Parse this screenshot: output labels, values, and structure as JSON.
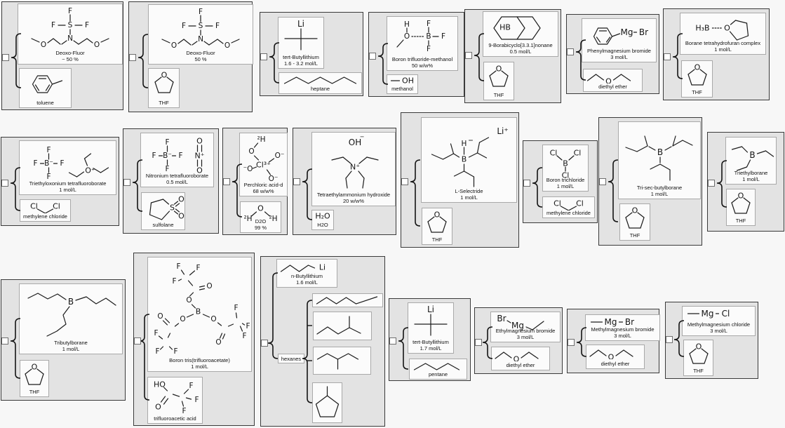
{
  "colors": {
    "page_bg": "#f7f7f7",
    "card_bg": "#e3e3e3",
    "box_bg": "#fbfbfb",
    "card_border": "#3a3a3a",
    "box_border": "#a9a9a9",
    "F": "#f08080",
    "O": "#ee0b0b",
    "N": "#2633f0",
    "S": "#9a9a00",
    "Cl": "#2fbf2f",
    "Br": "#cc6a1f",
    "H_gray": "#8a8a8a",
    "bond": "#1c1c1c"
  },
  "cards": [
    {
      "compound": {
        "name": "Deoxo-Fluor",
        "conc": "~ 50 %",
        "atoms": [
          "F",
          "F",
          "S",
          "F",
          "N",
          "O",
          "O"
        ]
      },
      "solvent": {
        "name": "toluene",
        "atoms": []
      }
    },
    {
      "compound": {
        "name": "Deoxo-Fluor",
        "conc": "50 %",
        "atoms": [
          "F",
          "F",
          "S",
          "F",
          "N",
          "O",
          "O"
        ]
      },
      "solvent": {
        "name": "THF",
        "atoms": [
          "O"
        ]
      }
    },
    {
      "compound": {
        "name": "tert-Butyllithium",
        "conc": "1.6 - 3.2 mol/L",
        "atoms": [
          "Li"
        ]
      },
      "solvent": {
        "name": "heptane",
        "atoms": []
      }
    },
    {
      "compound": {
        "name": "Boron trifluoride-methanol",
        "conc": "50 w/w%",
        "atoms": [
          "H",
          "O",
          "B",
          "F",
          "F",
          "F"
        ]
      },
      "solvent": {
        "name": "methanol",
        "atoms": [
          "OH"
        ]
      }
    },
    {
      "compound": {
        "name": "9-Borabicyclo[3.3.1]nonane",
        "conc": "0.5 mol/L",
        "atoms": [
          "HB"
        ]
      },
      "solvent": {
        "name": "THF",
        "atoms": [
          "O"
        ]
      }
    },
    {
      "compound": {
        "name": "Phenylmagnesium bromide",
        "conc": "3 mol/L",
        "atoms": [
          "Mg",
          "Br"
        ]
      },
      "solvent": {
        "name": "diethyl ether",
        "atoms": [
          "O"
        ]
      }
    },
    {
      "compound": {
        "name": "Borane tetrahydrofuran complex",
        "conc": "1 mol/L",
        "atoms": [
          "H₃B",
          "O"
        ]
      },
      "solvent": {
        "name": "THF",
        "atoms": [
          "O"
        ]
      }
    },
    {
      "compound": {
        "name": "Triethyloxonium tetrafluoroborate",
        "conc": "1 mol/L",
        "atoms": [
          "F",
          "F",
          "B⁻",
          "F",
          "F",
          "O⁺"
        ]
      },
      "solvent": {
        "name": "methylene chloride",
        "atoms": [
          "Cl",
          "Cl"
        ]
      }
    },
    {
      "compound": {
        "name": "Nitronium tetrafluoroborate",
        "conc": "0.5 mol/L",
        "atoms": [
          "F",
          "F",
          "B⁻",
          "F",
          "F",
          "N⁺",
          "O",
          "O"
        ]
      },
      "solvent": {
        "name": "sulfolane",
        "atoms": [
          "S",
          "O",
          "O"
        ]
      }
    },
    {
      "compound": {
        "name": "Perchloric acid-d",
        "conc": "68 w/w%",
        "atoms": [
          "²H",
          "O",
          "Cl³⁺",
          "O⁻",
          "⁻O",
          "O⁻"
        ]
      },
      "solvent": {
        "name": "D2O",
        "conc": "99 %",
        "atoms": [
          "O",
          "²H",
          "²H"
        ]
      }
    },
    {
      "compound": {
        "name": "Tetraethylammonium hydroxide",
        "conc": "20 w/w%",
        "atoms": [
          "OH",
          "−",
          "N⁺"
        ]
      },
      "solvent": {
        "name": "H2O",
        "atoms": [
          "H₂O"
        ]
      }
    },
    {
      "compound": {
        "name": "L-Selectride",
        "conc": "1 mol/L",
        "atoms": [
          "Li⁺",
          "H",
          "B"
        ]
      },
      "solvent": {
        "name": "THF",
        "atoms": [
          "O"
        ]
      }
    },
    {
      "compound": {
        "name": "Boron trichloride",
        "conc": "1 mol/L",
        "atoms": [
          "Cl",
          "Cl",
          "B",
          "Cl"
        ]
      },
      "solvent": {
        "name": "methylene chloride",
        "atoms": [
          "Cl",
          "Cl"
        ]
      }
    },
    {
      "compound": {
        "name": "Tri-sec-butylborane",
        "conc": "1 mol/L",
        "atoms": [
          "B"
        ]
      },
      "solvent": {
        "name": "THF",
        "atoms": [
          "O"
        ]
      }
    },
    {
      "compound": {
        "name": "Triethylborane",
        "conc": "1 mol/L",
        "atoms": [
          "B"
        ]
      },
      "solvent": {
        "name": "THF",
        "atoms": [
          "O"
        ]
      }
    },
    {
      "compound": {
        "name": "Tributylborane",
        "conc": "1 mol/L",
        "atoms": [
          "B"
        ]
      },
      "solvent": {
        "name": "THF",
        "atoms": [
          "O"
        ]
      }
    },
    {
      "compound": {
        "name": "Boron tris(trifluoroacetate)",
        "conc": "1 mol/L",
        "atoms": [
          "B",
          "O",
          "O",
          "F",
          "F",
          "F",
          "O",
          "O",
          "F",
          "F",
          "F",
          "O",
          "O",
          "F",
          "F",
          "F"
        ]
      },
      "solvent": {
        "name": "trifluoroacetic acid",
        "atoms": [
          "HO",
          "O",
          "F",
          "F",
          "F"
        ]
      }
    },
    {
      "compound": {
        "name": "n-Butyllithium",
        "conc": "1.6 mol/L",
        "atoms": [
          "Li"
        ]
      },
      "solvent_group": {
        "label": "hexanes"
      }
    },
    {
      "compound": {
        "name": "tert-Butyllithium",
        "conc": "1.7 mol/L",
        "atoms": [
          "Li"
        ]
      },
      "solvent": {
        "name": "pentane",
        "atoms": []
      }
    },
    {
      "compound": {
        "name": "Ethylmagnesium bromide",
        "conc": "3 mol/L",
        "atoms": [
          "Br",
          "Mg"
        ]
      },
      "solvent": {
        "name": "diethyl ether",
        "atoms": [
          "O"
        ]
      }
    },
    {
      "compound": {
        "name": "Methylmagnesium bromide",
        "conc": "3 mol/L",
        "atoms": [
          "Mg",
          "Br"
        ]
      },
      "solvent": {
        "name": "diethyl ether",
        "atoms": [
          "O"
        ]
      }
    },
    {
      "compound": {
        "name": "Methylmagnesium chloride",
        "conc": "3 mol/L",
        "atoms": [
          "Mg",
          "Cl"
        ]
      },
      "solvent": {
        "name": "THF",
        "atoms": [
          "O"
        ]
      }
    }
  ]
}
